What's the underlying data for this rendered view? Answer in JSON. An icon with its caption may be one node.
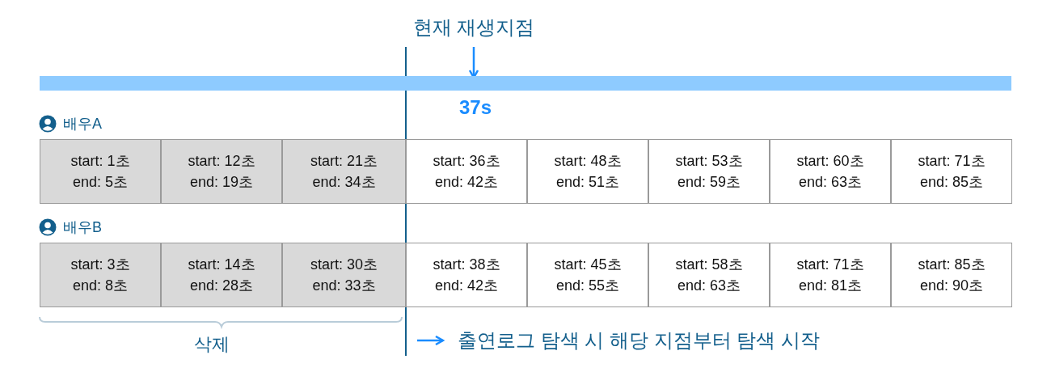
{
  "diagram": {
    "nodes": [
      {
        "text": [
          "현재 재생지점"
        ]
      },
      {
        "text": [],
        "shape": "bar"
      },
      {
        "text": [
          "start: 1초",
          "end: 5초"
        ]
      },
      {
        "text": [
          "start: 12초",
          "end: 19초"
        ]
      },
      {
        "text": [
          "start: 21초",
          "end: 34초"
        ]
      },
      {
        "text": [
          "start: 36초",
          "end: 42초"
        ]
      },
      {
        "text": [
          "start: 48초",
          "end: 51초"
        ]
      },
      {
        "text": [
          "start: 53초",
          "end: 59초"
        ]
      },
      {
        "text": [
          "start: 60초",
          "end: 63초"
        ]
      },
      {
        "text": [
          "start: 71초",
          "end: 85초"
        ]
      },
      {
        "text": [
          "start: 3초",
          "end: 8초"
        ]
      },
      {
        "text": [
          "start: 14초",
          "end: 28초"
        ]
      },
      {
        "text": [
          "start: 30초",
          "end: 33초"
        ]
      },
      {
        "text": [
          "start: 38초",
          "end: 42초"
        ]
      },
      {
        "text": [
          "start: 45초",
          "end: 55초"
        ]
      },
      {
        "text": [
          "start: 58초",
          "end: 63초"
        ]
      },
      {
        "text": [
          "start: 71초",
          "end: 81초"
        ]
      },
      {
        "text": [
          "start: 85초",
          "end: 90초"
        ]
      },
      {
        "text": [
          "출연로그 탐색 시 해당 지점부터 탐색 시작"
        ]
      }
    ],
    "edges": [
      {
        "from": 0,
        "to": 1,
        "arrow": "to"
      },
      {
        "from": null,
        "to": 18,
        "arrow": "to"
      }
    ],
    "labels": [
      "37s",
      "배우A",
      "배우B",
      "삭제"
    ]
  }
}
